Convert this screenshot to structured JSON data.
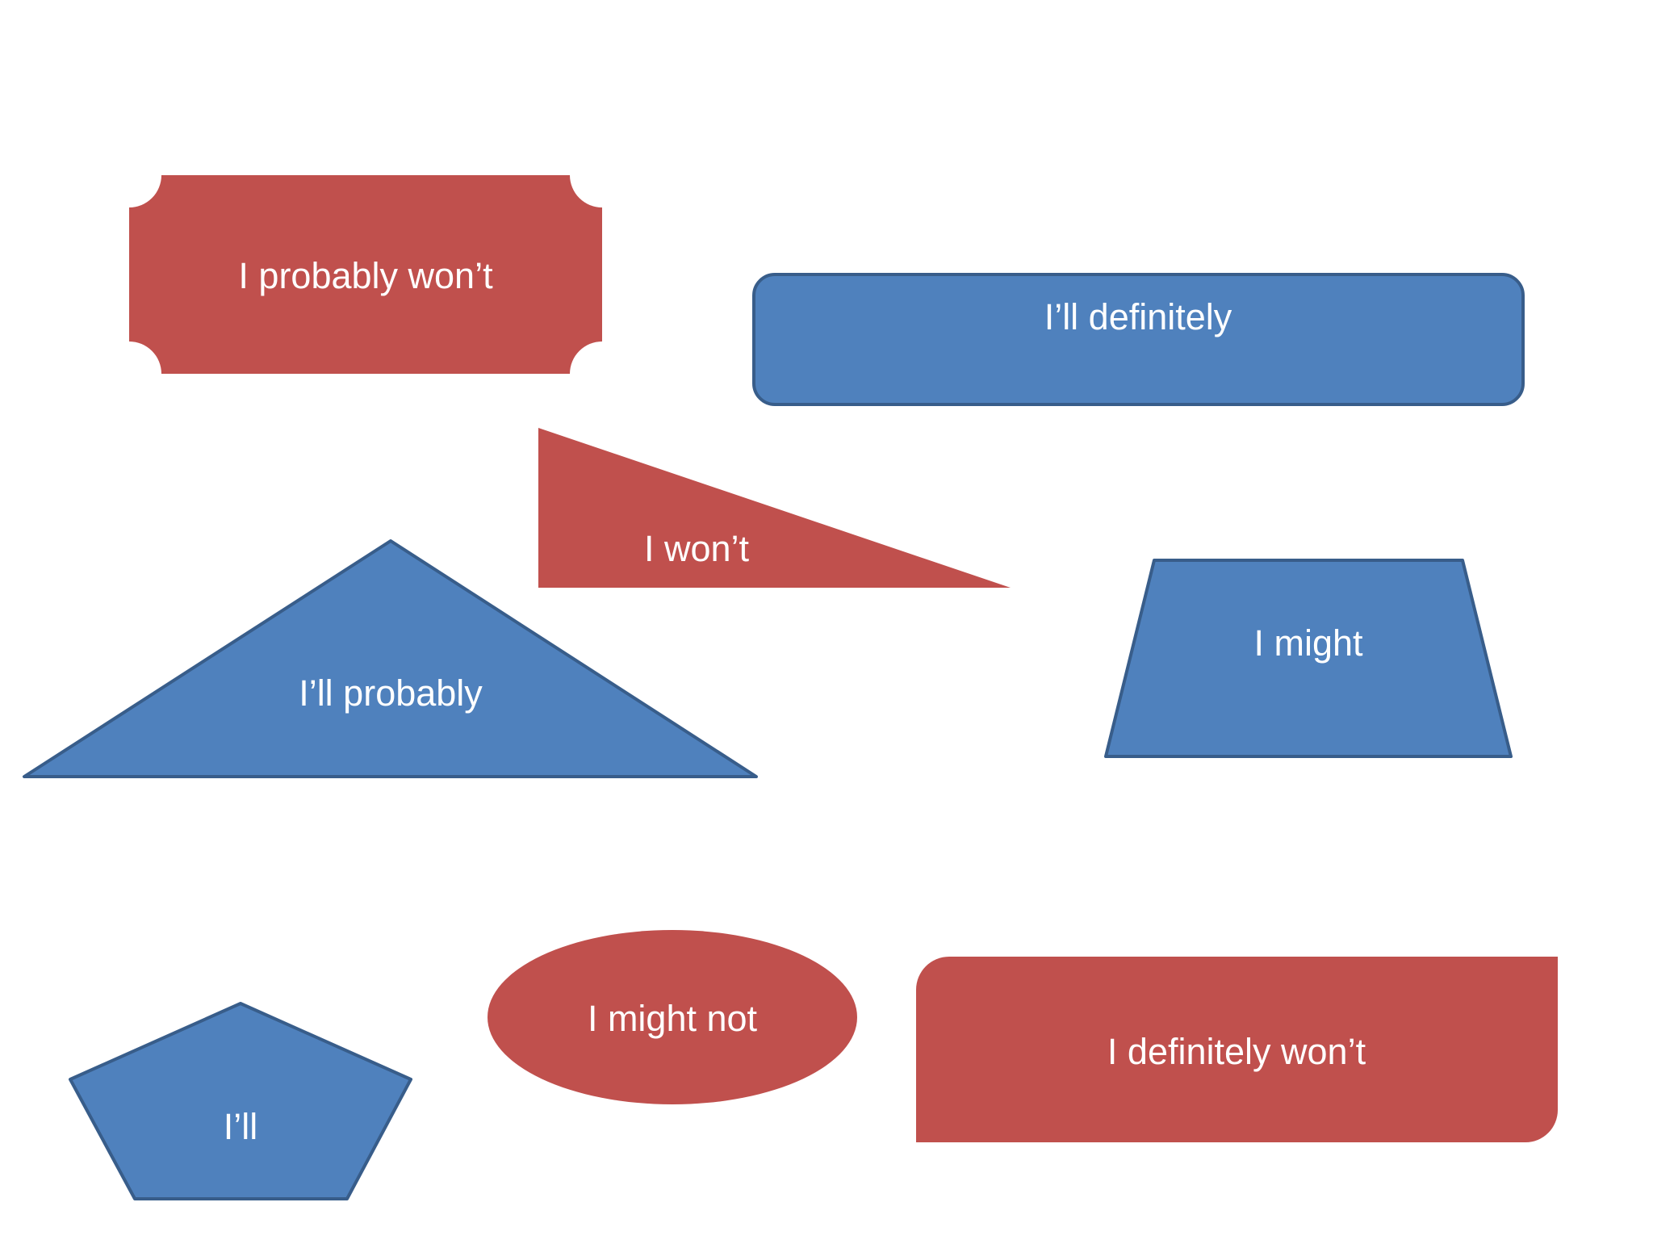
{
  "colors": {
    "background": "#ffffff",
    "red_fill": "#C0504D",
    "blue_fill": "#4F81BD",
    "blue_stroke": "#385D8A",
    "text": "#ffffff"
  },
  "shapes": {
    "probably_wont": {
      "label": "I probably won’t",
      "color": "red",
      "shape": "plaque"
    },
    "definitely": {
      "label": "I’ll definitely",
      "color": "blue",
      "shape": "rounded-rectangle"
    },
    "wont": {
      "label": "I won’t",
      "color": "red",
      "shape": "right-triangle"
    },
    "probably": {
      "label": "I’ll probably",
      "color": "blue",
      "shape": "isosceles-triangle"
    },
    "might": {
      "label": "I might",
      "color": "blue",
      "shape": "trapezoid"
    },
    "will": {
      "label": "I’ll",
      "color": "blue",
      "shape": "pentagon"
    },
    "might_not": {
      "label": "I might not",
      "color": "red",
      "shape": "ellipse"
    },
    "definitely_wont": {
      "label": "I definitely won’t",
      "color": "red",
      "shape": "round-corner-rectangle"
    }
  }
}
